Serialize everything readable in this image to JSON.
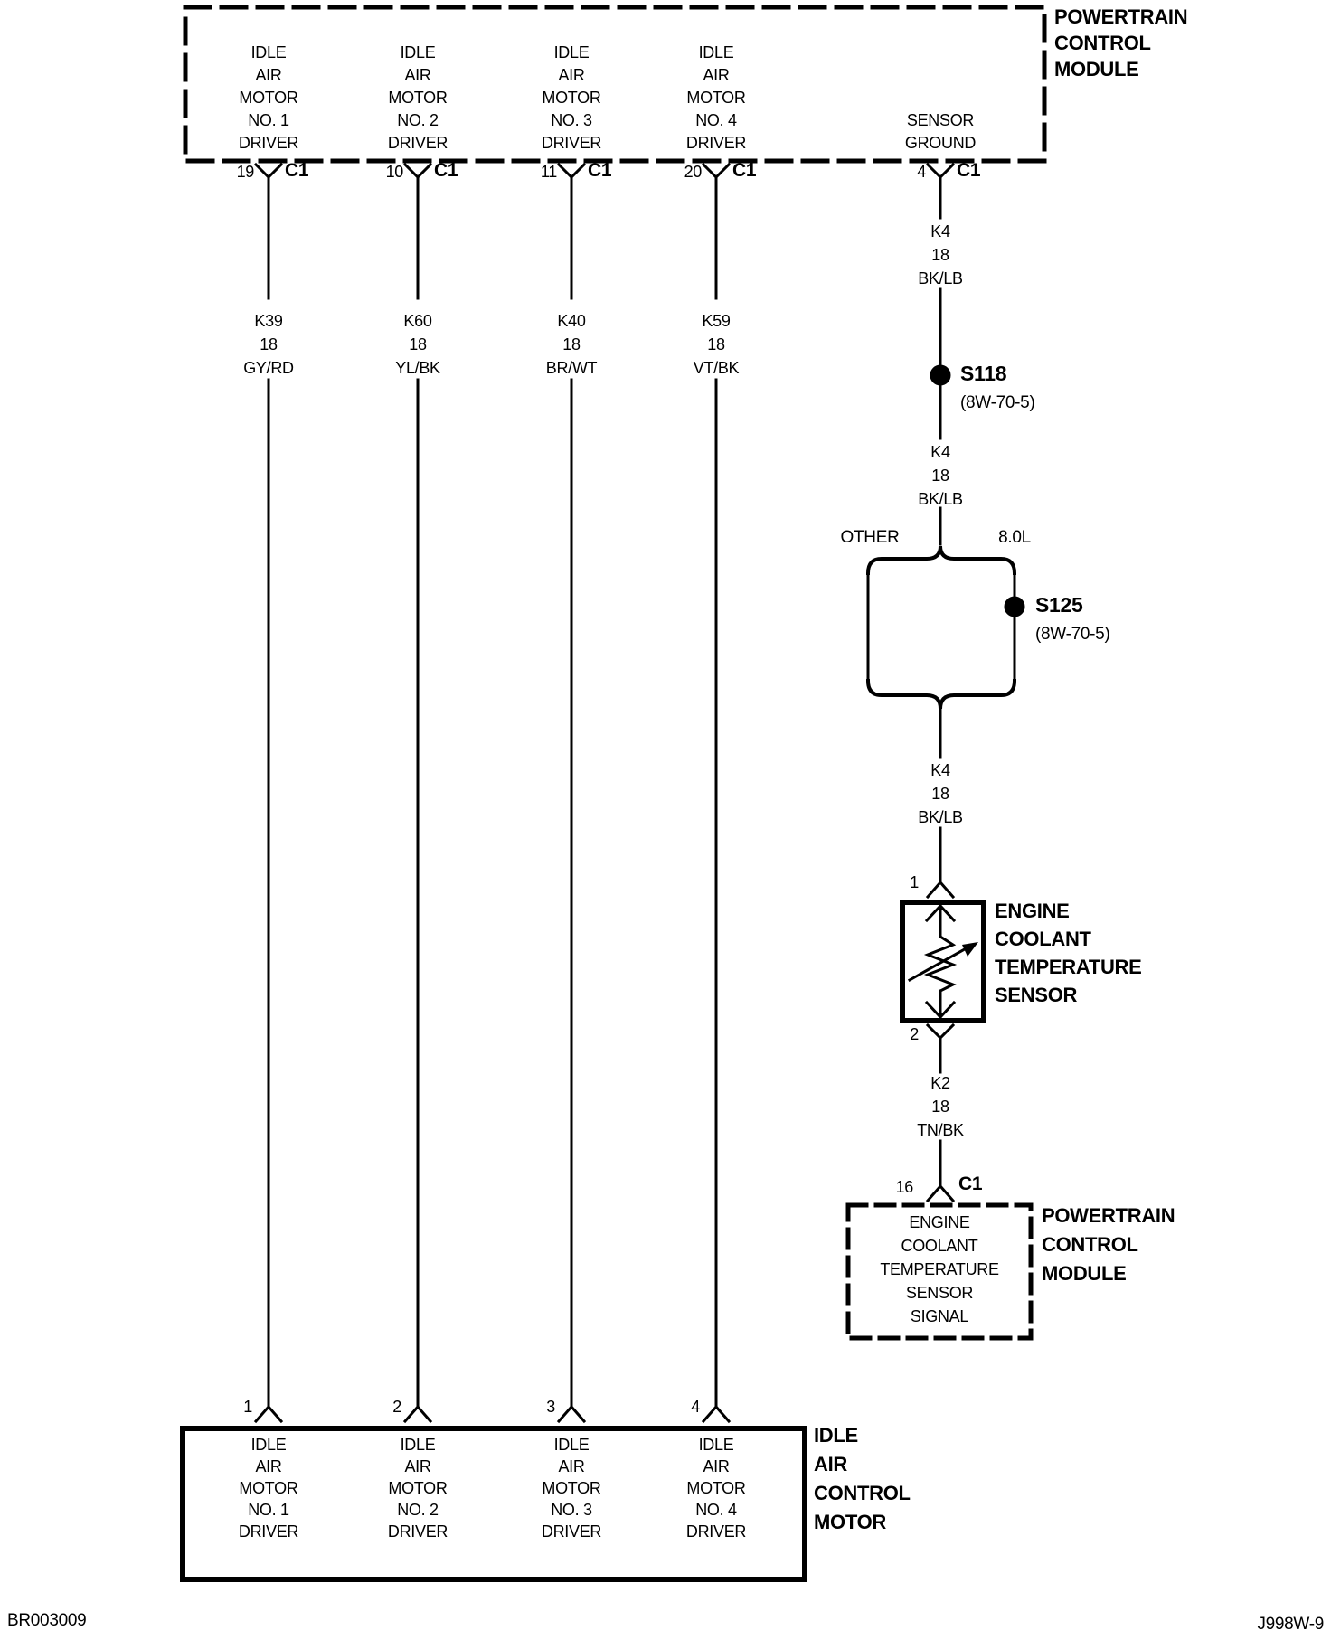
{
  "pcm_top": {
    "title": "POWERTRAIN\nCONTROL\nMODULE",
    "pins": [
      {
        "num": "19",
        "conn": "C1",
        "label": "IDLE\nAIR\nMOTOR\nNO. 1\nDRIVER"
      },
      {
        "num": "10",
        "conn": "C1",
        "label": "IDLE\nAIR\nMOTOR\nNO. 2\nDRIVER"
      },
      {
        "num": "11",
        "conn": "C1",
        "label": "IDLE\nAIR\nMOTOR\nNO. 3\nDRIVER"
      },
      {
        "num": "20",
        "conn": "C1",
        "label": "IDLE\nAIR\nMOTOR\nNO. 4\nDRIVER"
      },
      {
        "num": "4",
        "conn": "C1",
        "label": "SENSOR\nGROUND"
      }
    ]
  },
  "wires": {
    "k39": "K39\n18\nGY/RD",
    "k60": "K60\n18\nYL/BK",
    "k40": "K40\n18\nBR/WT",
    "k59": "K59\n18\nVT/BK",
    "k4_a": "K4\n18\nBK/LB",
    "k4_b": "K4\n18\nBK/LB",
    "k4_c": "K4\n18\nBK/LB",
    "k2": "K2\n18\nTN/BK"
  },
  "splices": {
    "s118": {
      "name": "S118",
      "ref": "(8W-70-5)"
    },
    "s125": {
      "name": "S125",
      "ref": "(8W-70-5)"
    }
  },
  "branch": {
    "left": "OTHER",
    "right": "8.0L"
  },
  "ect": {
    "pin_top": "1",
    "pin_bottom": "2",
    "title": "ENGINE\nCOOLANT\nTEMPERATURE\nSENSOR"
  },
  "pcm_bottom": {
    "num": "16",
    "conn": "C1",
    "label": "ENGINE\nCOOLANT\nTEMPERATURE\nSENSOR\nSIGNAL",
    "title": "POWERTRAIN\nCONTROL\nMODULE"
  },
  "iac": {
    "title": "IDLE\nAIR\nCONTROL\nMOTOR",
    "pins": [
      {
        "num": "1",
        "label": "IDLE\nAIR\nMOTOR\nNO. 1\nDRIVER"
      },
      {
        "num": "2",
        "label": "IDLE\nAIR\nMOTOR\nNO. 2\nDRIVER"
      },
      {
        "num": "3",
        "label": "IDLE\nAIR\nMOTOR\nNO. 3\nDRIVER"
      },
      {
        "num": "4",
        "label": "IDLE\nAIR\nMOTOR\nNO. 4\nDRIVER"
      }
    ]
  },
  "footer": {
    "left": "BR003009",
    "right": "J998W-9"
  }
}
